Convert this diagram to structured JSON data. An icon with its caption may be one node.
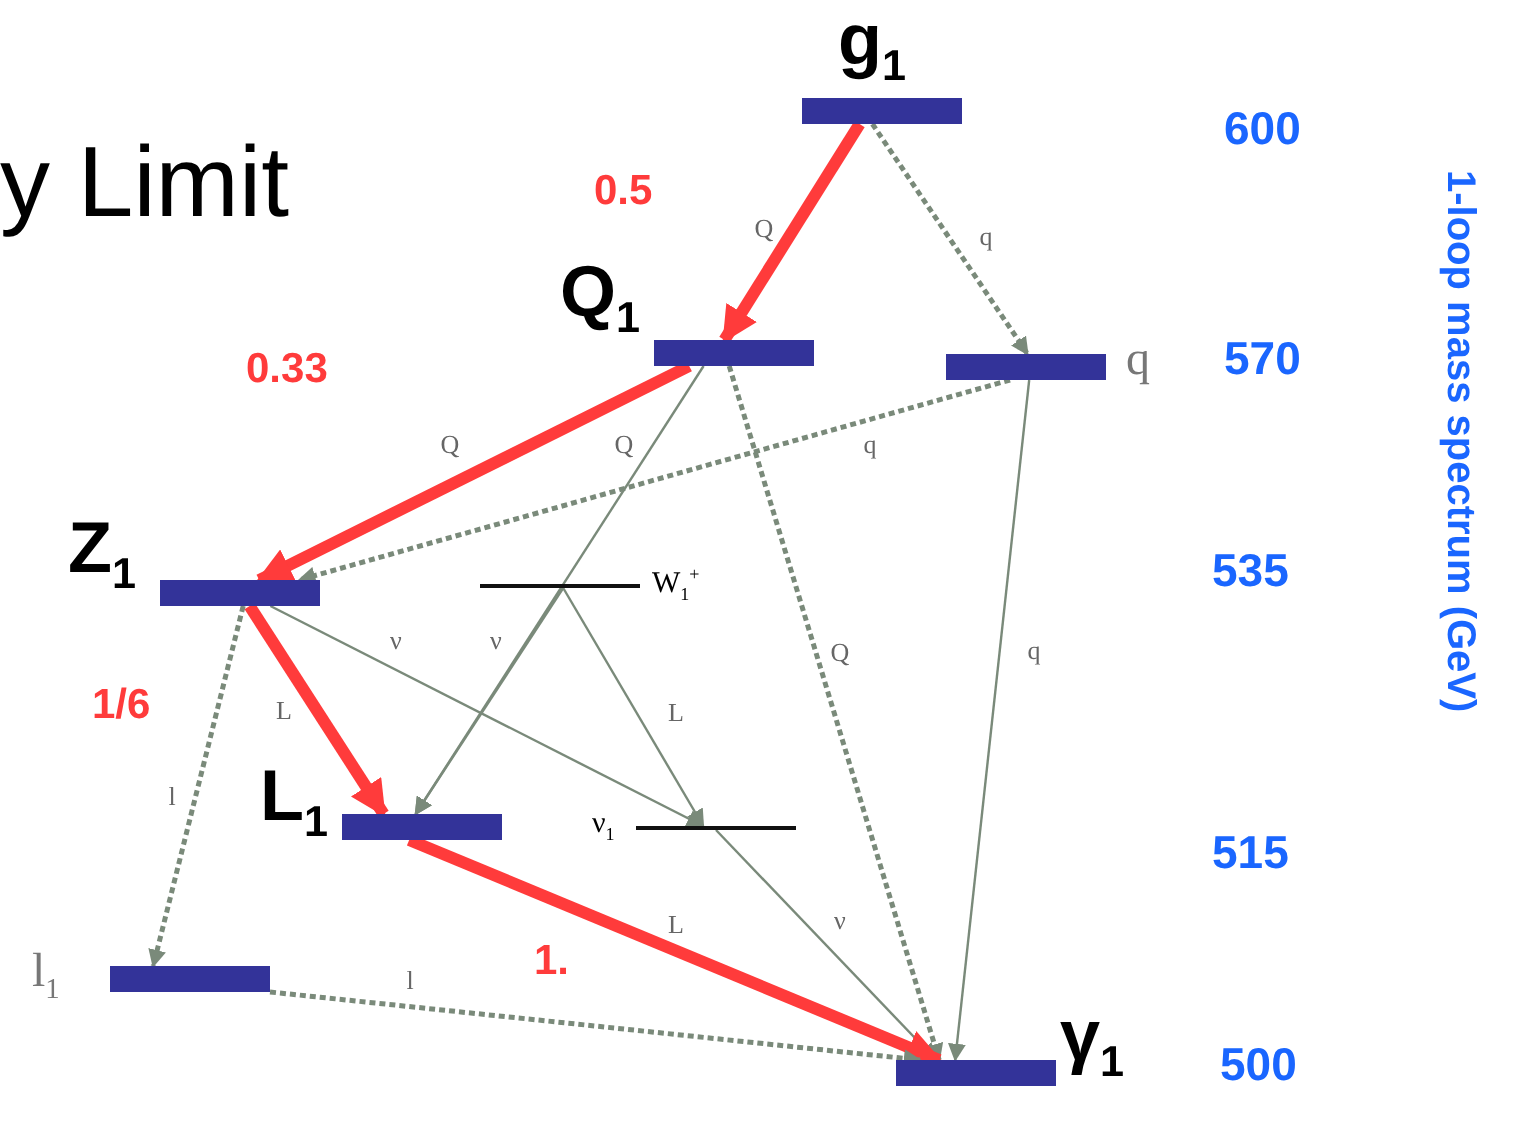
{
  "diagram": {
    "title": "y Limit",
    "nodes": [
      {
        "text": [
          "g$_{1}$"
        ]
      },
      {
        "text": [
          "Q$_{1}$"
        ]
      },
      {
        "text": [
          "q"
        ]
      },
      {
        "text": [
          "Z$_{1}$"
        ]
      },
      {
        "text": [
          "W$_{1}$$^{+}$"
        ]
      },
      {
        "text": [
          "L$_{1}$"
        ]
      },
      {
        "text": [
          "ν$_{1}$"
        ]
      },
      {
        "text": [
          "l$_{1}$"
        ]
      },
      {
        "text": [
          "γ$_{1}$"
        ]
      }
    ],
    "edges": [
      {
        "from": 0,
        "to": 1,
        "arrow": "to",
        "label": "Q",
        "style": "thick",
        "color": "#ff3b3b"
      },
      {
        "from": 0,
        "to": 2,
        "arrow": "to",
        "label": "q",
        "style": "dashed"
      },
      {
        "from": 1,
        "to": 3,
        "arrow": "to",
        "label": "Q",
        "style": "thick",
        "color": "#ff3b3b"
      },
      {
        "from": 2,
        "to": 3,
        "arrow": "to",
        "label": "q",
        "style": "dashed"
      },
      {
        "from": 1,
        "to": 5,
        "arrow": "to",
        "label": "Q"
      },
      {
        "from": 1,
        "to": 8,
        "arrow": "to",
        "label": "Q",
        "style": "dashed"
      },
      {
        "from": 2,
        "to": 8,
        "arrow": "to",
        "label": "q"
      },
      {
        "from": 3,
        "to": 5,
        "arrow": "to",
        "label": "L",
        "style": "thick",
        "color": "#ff3b3b"
      },
      {
        "from": 3,
        "to": 7,
        "arrow": "to",
        "label": "l",
        "style": "dashed"
      },
      {
        "from": 3,
        "to": 6,
        "arrow": "to",
        "label": "ν"
      },
      {
        "from": 4,
        "to": 5,
        "arrow": "to",
        "label": "ν"
      },
      {
        "from": 4,
        "to": 6,
        "arrow": "to",
        "label": "L"
      },
      {
        "from": 6,
        "to": 8,
        "arrow": "to",
        "label": "ν"
      },
      {
        "from": 5,
        "to": 8,
        "arrow": "to",
        "label": "L",
        "style": "thick",
        "color": "#ff3b3b"
      },
      {
        "from": 7,
        "to": 8,
        "arrow": "to",
        "label": "l",
        "style": "dashed"
      }
    ],
    "labels": [
      "0.5",
      "0.33",
      "1/6",
      "1.",
      "600",
      "570",
      "535",
      "515",
      "500",
      "1-loop mass spectrum (GeV)"
    ]
  }
}
